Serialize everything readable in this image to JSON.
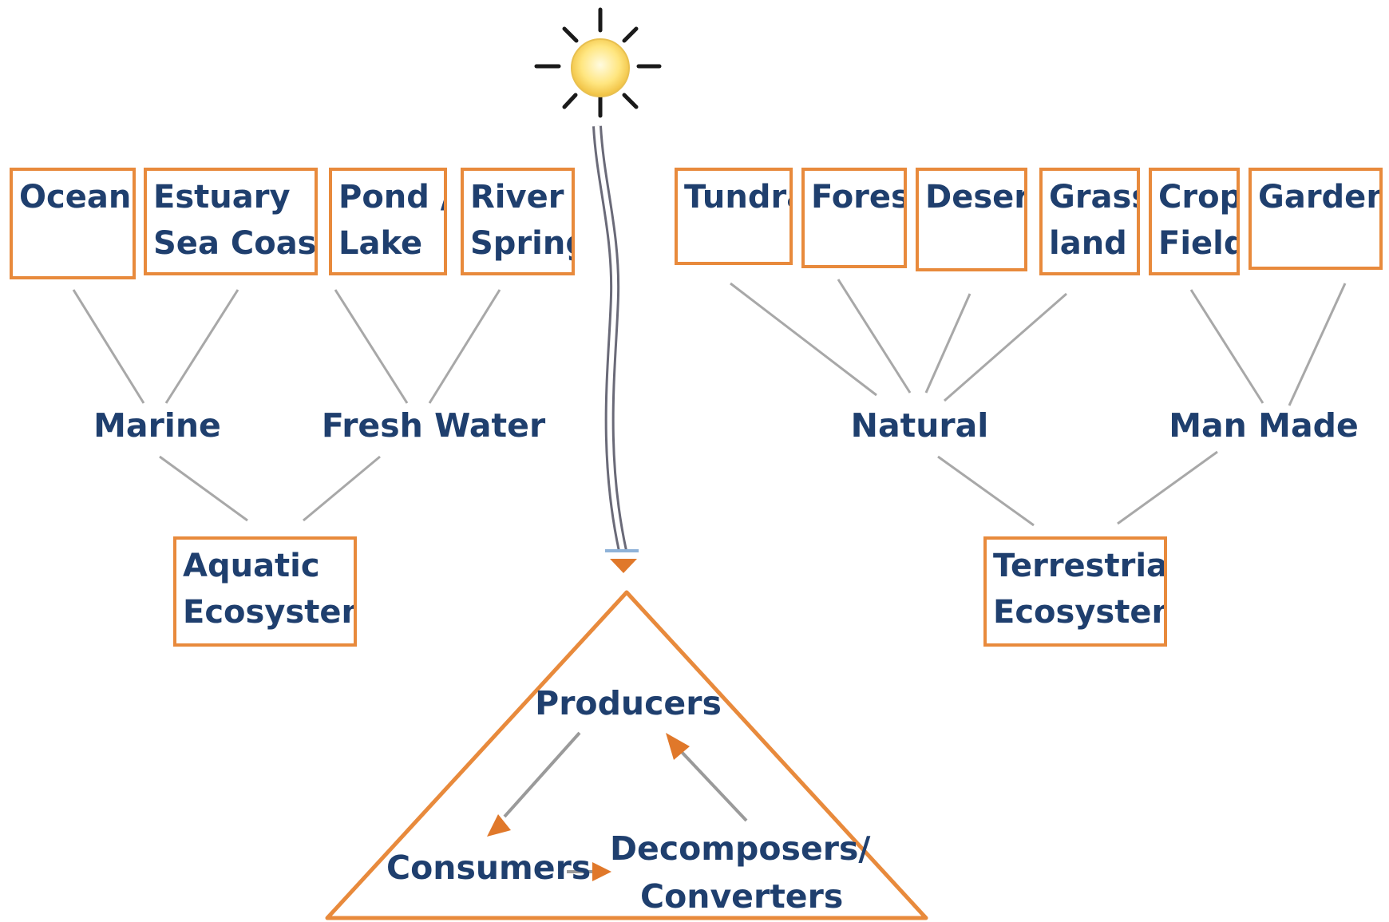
{
  "colors": {
    "box_border": "#e88a3c",
    "text": "#1f3f6e",
    "connector": "#a0a0a0",
    "sun": "#ffe680"
  },
  "icons": {
    "sun": "sun-icon"
  },
  "aquatic": {
    "habitats": [
      {
        "line1": "Ocean",
        "line2": ""
      },
      {
        "line1": "Estuary",
        "line2": "Sea Coast"
      },
      {
        "line1": "Pond /",
        "line2": "Lake"
      },
      {
        "line1": "River /",
        "line2": "Spring"
      }
    ],
    "groups": [
      "Marine",
      "Fresh Water"
    ],
    "root": {
      "line1": "Aquatic",
      "line2": "Ecosystem"
    }
  },
  "terrestrial": {
    "habitats": [
      {
        "line1": "Tundra",
        "line2": ""
      },
      {
        "line1": "Forest",
        "line2": ""
      },
      {
        "line1": "Desert",
        "line2": ""
      },
      {
        "line1": "Grass",
        "line2": "land"
      },
      {
        "line1": "Crop",
        "line2": "Field"
      },
      {
        "line1": "Garden",
        "line2": ""
      }
    ],
    "groups": [
      "Natural",
      "Man Made"
    ],
    "root": {
      "line1": "Terrestrial",
      "line2": "Ecosystem"
    }
  },
  "cycle": {
    "producers": "Producers",
    "consumers": "Consumers",
    "decomposers_line1": "Decomposers/",
    "decomposers_line2": "Converters"
  }
}
